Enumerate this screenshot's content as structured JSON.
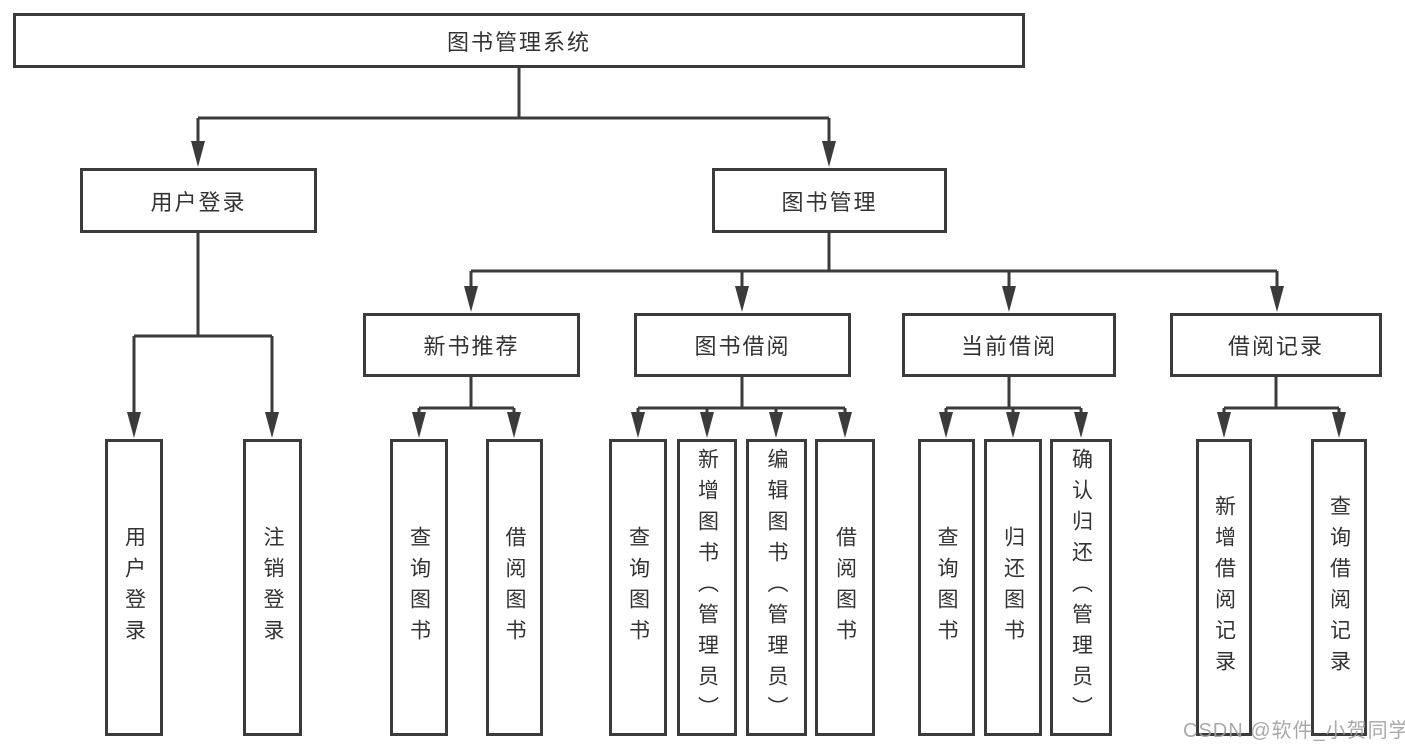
{
  "colors": {
    "line": "#3b3b3b",
    "text": "#333333",
    "background": "#ffffff",
    "watermark": "#a0a0a0"
  },
  "watermark": {
    "text": "CSDN @软件_小贺同学"
  },
  "tree": {
    "label": "图书管理系统",
    "children": [
      {
        "label": "用户登录",
        "children": [
          {
            "label": "用户登录"
          },
          {
            "label": "注销登录"
          }
        ]
      },
      {
        "label": "图书管理",
        "children": [
          {
            "label": "新书推荐",
            "children": [
              {
                "label": "查询图书"
              },
              {
                "label": "借阅图书"
              }
            ]
          },
          {
            "label": "图书借阅",
            "children": [
              {
                "label": "查询图书"
              },
              {
                "label": "新增图书（管理员）"
              },
              {
                "label": "编辑图书（管理员）"
              },
              {
                "label": "借阅图书"
              }
            ]
          },
          {
            "label": "当前借阅",
            "children": [
              {
                "label": "查询图书"
              },
              {
                "label": "归还图书"
              },
              {
                "label": "确认归还（管理员）"
              }
            ]
          },
          {
            "label": "借阅记录",
            "children": [
              {
                "label": "新增借阅记录"
              },
              {
                "label": "查询借阅记录"
              }
            ]
          }
        ]
      }
    ]
  }
}
